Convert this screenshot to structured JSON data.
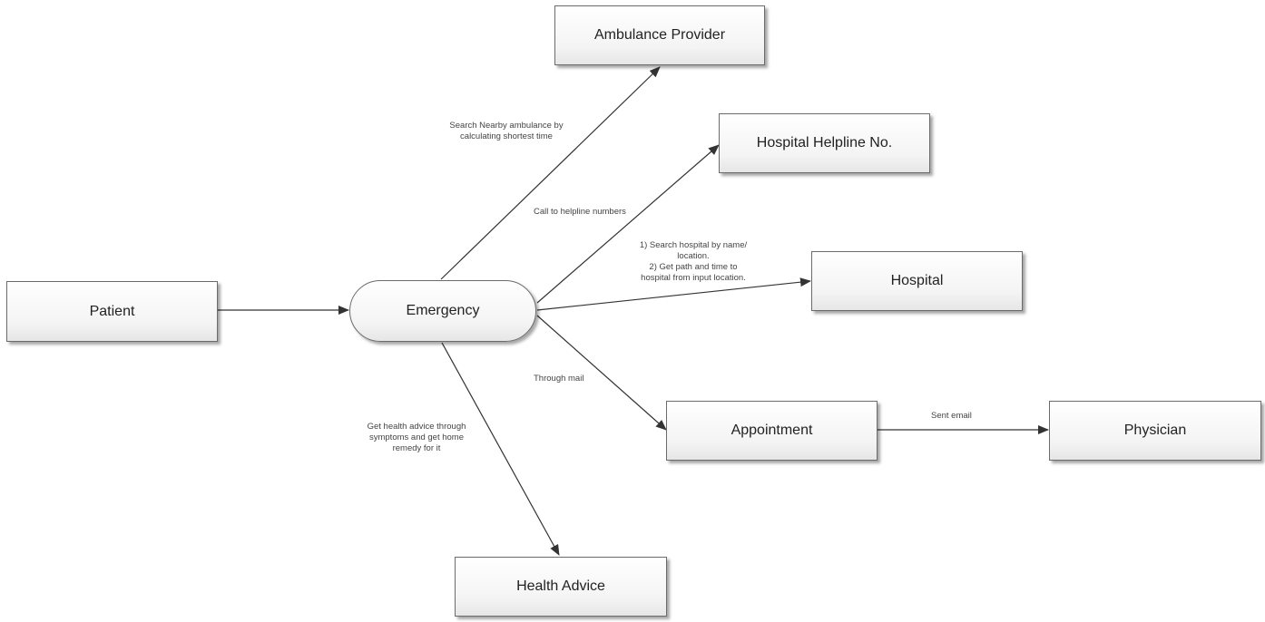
{
  "nodes": {
    "ambulance_provider": "Ambulance Provider",
    "hospital_helpline": "Hospital Helpline No.",
    "hospital": "Hospital",
    "patient": "Patient",
    "emergency": "Emergency",
    "appointment": "Appointment",
    "physician": "Physician",
    "health_advice": "Health Advice"
  },
  "edge_labels": {
    "search_ambulance": [
      "Search Nearby ambulance by",
      "calculating shortest time"
    ],
    "call_helpline": "Call to helpline numbers",
    "search_hospital": [
      "1) Search hospital by name/",
      "location.",
      "2) Get path and time to",
      "hospital from input location."
    ],
    "through_mail": "Through mail",
    "health_advice": [
      "Get health advice through",
      "symptoms and get home",
      "remedy for it"
    ],
    "sent_email": "Sent email"
  }
}
